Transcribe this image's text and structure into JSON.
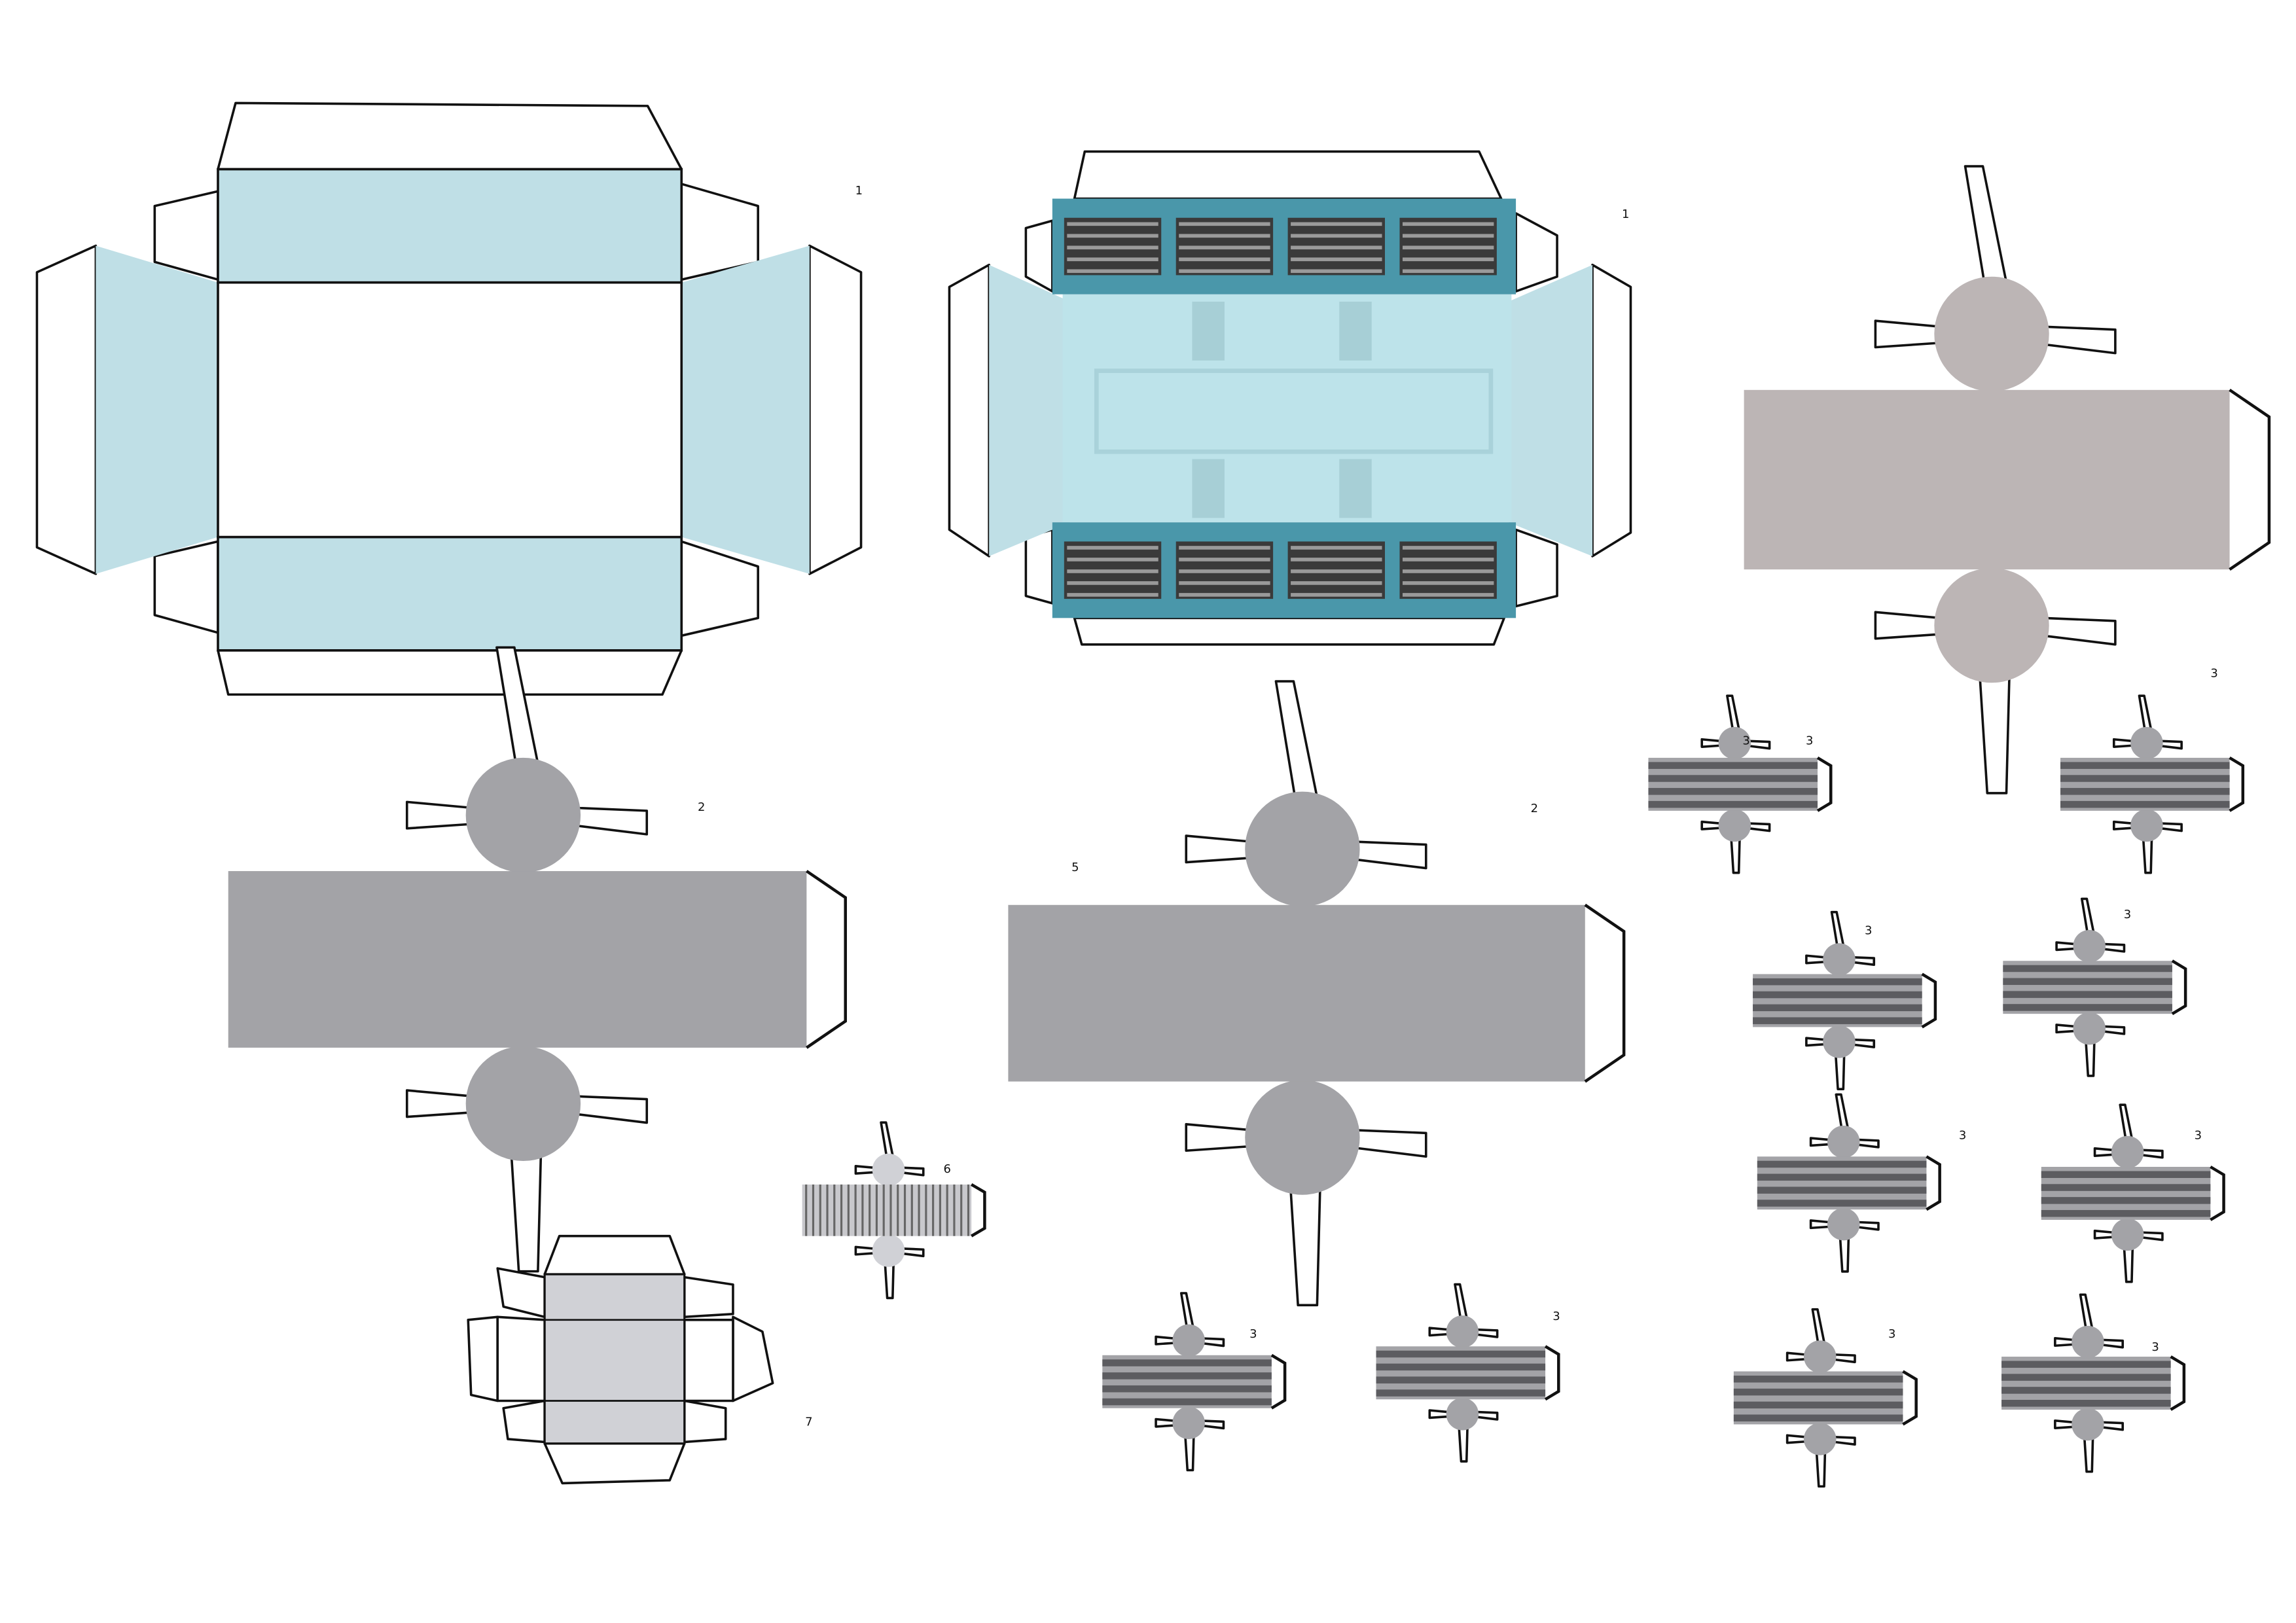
{
  "colors": {
    "panel_blue": "#bfdfe6",
    "panel_teal": "#4a97aa",
    "grille_dark": "#3a3a3a",
    "body_gray": "#a3a3a7",
    "body_warm_gray": "#bcb5b5",
    "stripe_light": "#a3a3a7",
    "stripe_dark": "#5c5c60",
    "light_gray": "#d0d1d6"
  },
  "part_labels": [
    "1",
    "1",
    "2",
    "2",
    "3",
    "3",
    "3",
    "3",
    "3",
    "3",
    "3",
    "3",
    "3",
    "3",
    "3",
    "5",
    "6",
    "7"
  ]
}
